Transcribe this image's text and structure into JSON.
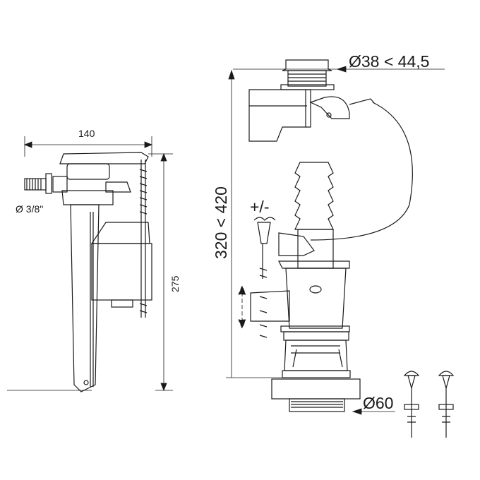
{
  "fill_valve": {
    "width_label": "140",
    "height_label": "275",
    "inlet_label": "Ø 3/8''"
  },
  "flush_valve": {
    "button_diameter_label": "Ø38 < 44,5",
    "height_range_label": "320 < 420",
    "adjust_label": "+/-",
    "outlet_diameter_label": "Ø60"
  },
  "colors": {
    "line": "#1a1a1a",
    "fill": "#ffffff"
  }
}
